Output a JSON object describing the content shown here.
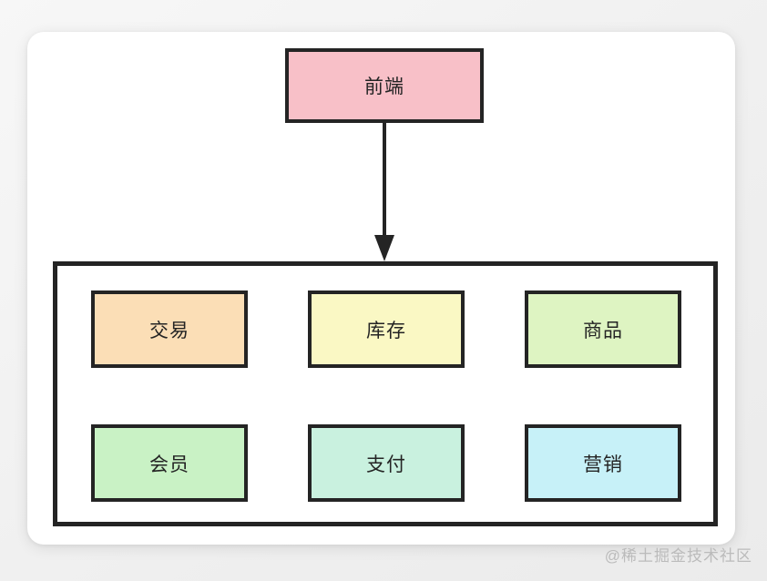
{
  "diagram": {
    "root_node": {
      "label": "前端",
      "fill": "#f8c0c8"
    },
    "modules": [
      {
        "label": "交易",
        "fill": "#fbdeb6"
      },
      {
        "label": "库存",
        "fill": "#faf8c4"
      },
      {
        "label": "商品",
        "fill": "#def4c2"
      },
      {
        "label": "会员",
        "fill": "#c9f2c5"
      },
      {
        "label": "支付",
        "fill": "#c9f1df"
      },
      {
        "label": "营销",
        "fill": "#c7f1f8"
      }
    ],
    "stroke_color": "#242424",
    "connection": {
      "from": "前端",
      "to": "module-group",
      "type": "arrow-down"
    }
  },
  "watermark": {
    "text": "@稀土掘金技术社区",
    "color": "#bbbbbb"
  }
}
